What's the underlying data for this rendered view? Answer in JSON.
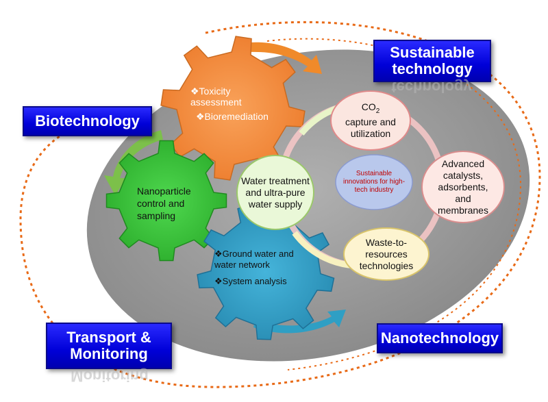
{
  "banners": {
    "sustainable_line1": "Sustainable",
    "sustainable_line2": "technology",
    "biotechnology": "Biotechnology",
    "transport_line1": "Transport &",
    "transport_line2": "Monitoring",
    "nanotechnology": "Nanotechnology"
  },
  "gears": {
    "orange": {
      "items": [
        "❖Toxicity assessment",
        "❖Bioremediation"
      ],
      "color": "#f58a3a"
    },
    "green": {
      "text": "Nanoparticle control and sampling",
      "color": "#3fc43f"
    },
    "blue": {
      "items": [
        "❖Ground water and water network",
        "❖System analysis"
      ],
      "color": "#2f9fc4"
    }
  },
  "cycle": {
    "co2": {
      "prefix": "CO",
      "subscript": "2",
      "rest": "capture and utilization"
    },
    "catalysts": "Advanced catalysts, adsorbents, and membranes",
    "waste": "Waste-to-resources technologies",
    "water": "Water treatment and ultra-pure water supply",
    "center": "Sustainable innovations for high-tech industry"
  },
  "colors": {
    "ellipse": "#9a9a9a",
    "arrow": "#e86a17",
    "center_text": "#c00000",
    "banner": "#0000d8"
  }
}
